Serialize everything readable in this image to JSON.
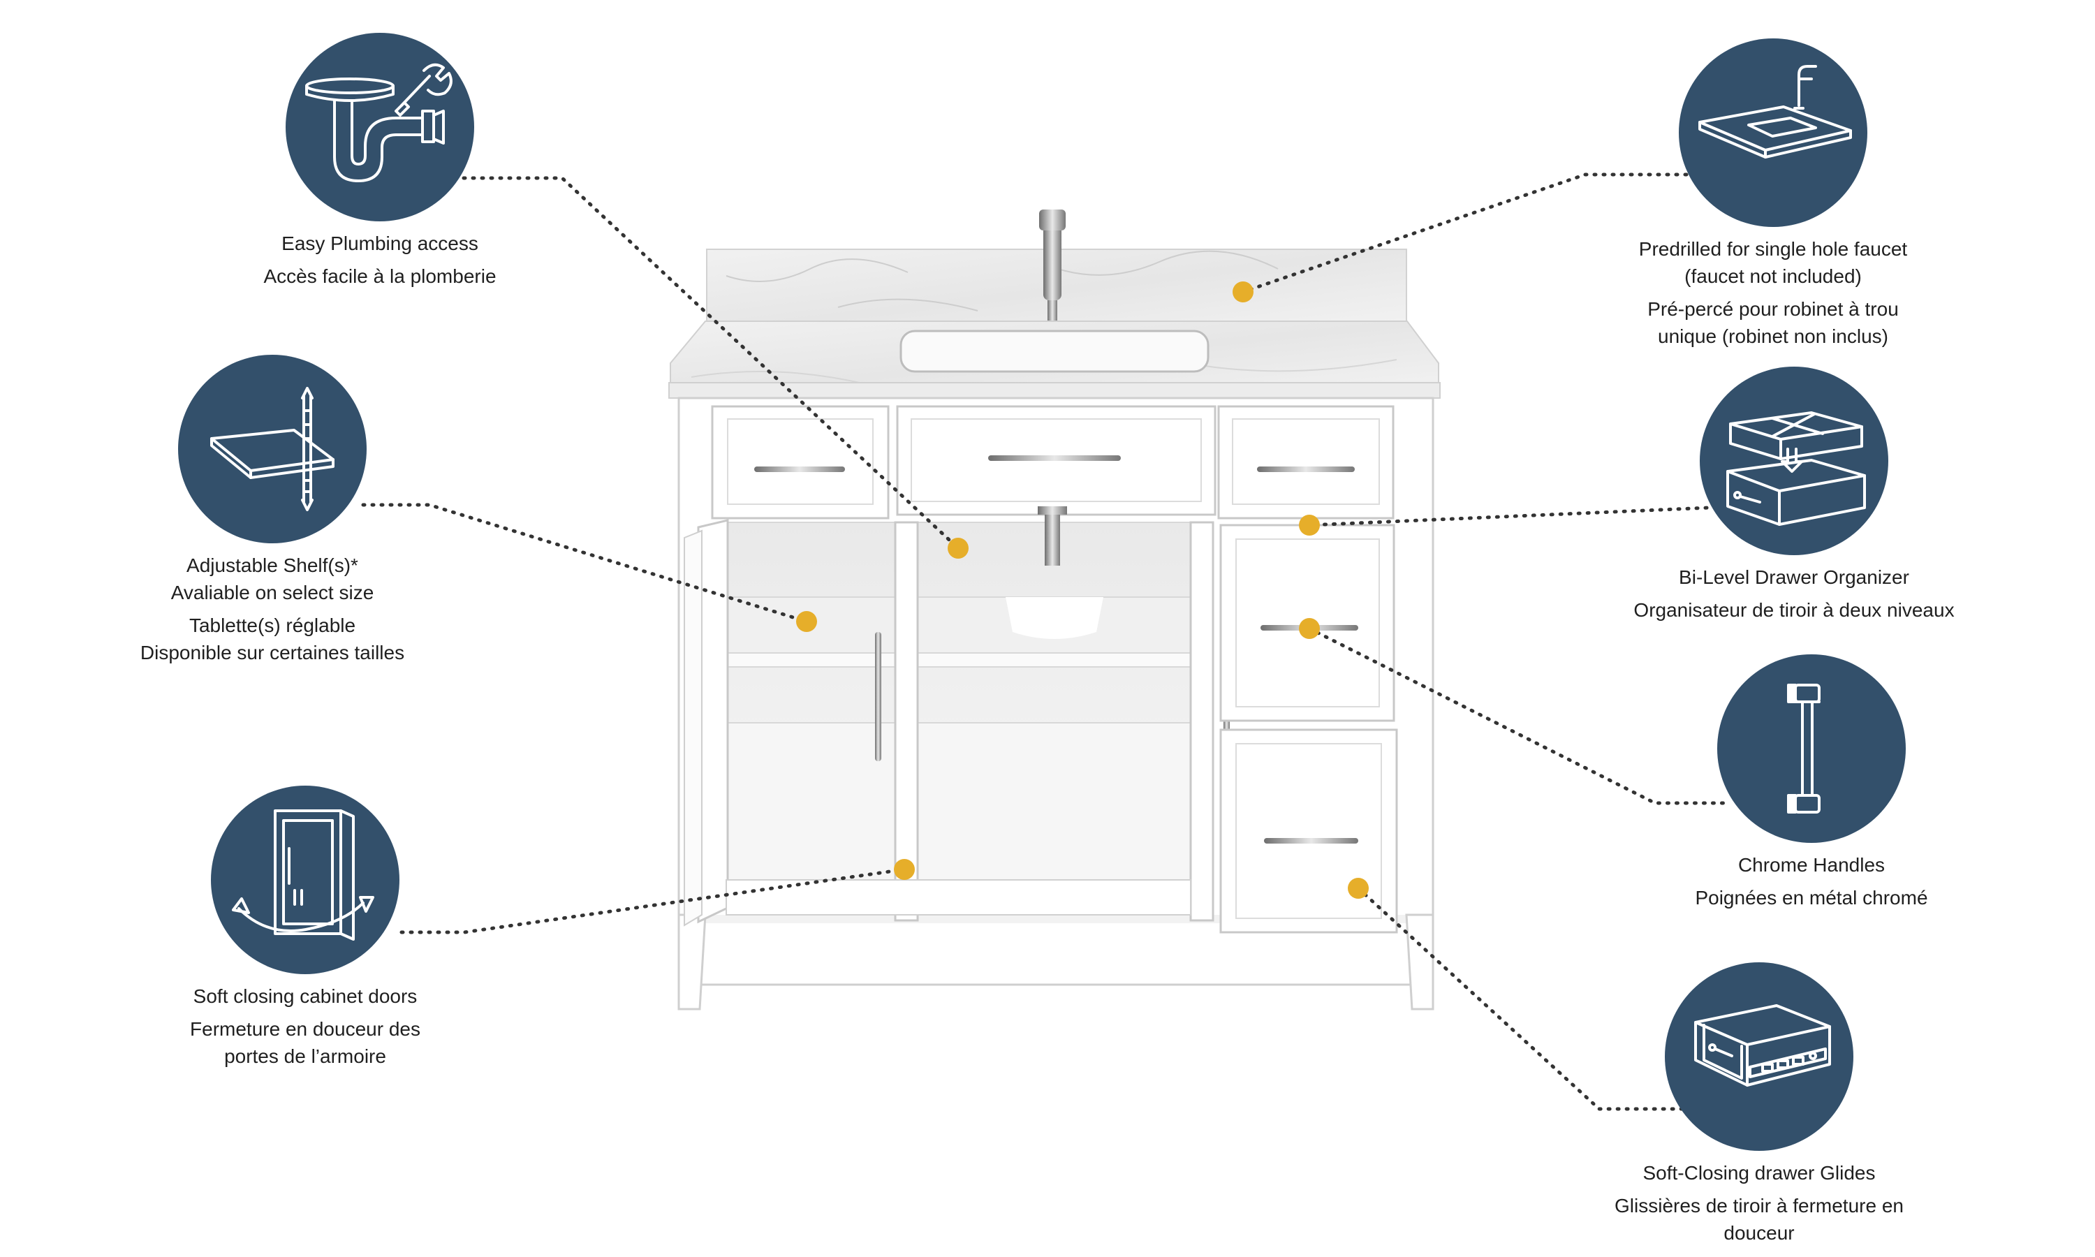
{
  "colors": {
    "badge": "#33506b",
    "marker": "#e6ae2a",
    "leader": "#333333",
    "cabinet": "#ffffff"
  },
  "features": [
    {
      "id": "plumbing",
      "icon": "pipe-wrench-icon",
      "en": "Easy Plumbing access",
      "fr": "Accès facile à la plomberie"
    },
    {
      "id": "shelf",
      "icon": "adjustable-shelf-icon",
      "en": "Adjustable Shelf(s)*\nAvaliable on select size",
      "fr": "Tablette(s) réglable\nDisponible sur certaines tailles"
    },
    {
      "id": "softdoor",
      "icon": "soft-close-door-icon",
      "en": "Soft closing cabinet doors",
      "fr": "Fermeture en douceur des\nportes de l’armoire"
    },
    {
      "id": "faucet",
      "icon": "predrilled-countertop-icon",
      "en": "Predrilled for single hole faucet\n(faucet not included)",
      "fr": "Pré-percé pour robinet à trou\nunique (robinet non inclus)"
    },
    {
      "id": "organizer",
      "icon": "drawer-organizer-icon",
      "en": "Bi-Level Drawer Organizer",
      "fr": "Organisateur de tiroir à deux niveaux"
    },
    {
      "id": "handles",
      "icon": "chrome-handle-icon",
      "en": "Chrome Handles",
      "fr": "Poignées en métal chromé"
    },
    {
      "id": "glides",
      "icon": "drawer-glide-icon",
      "en": "Soft-Closing drawer Glides",
      "fr": "Glissières de tiroir à fermeture en\ndouceur"
    }
  ]
}
